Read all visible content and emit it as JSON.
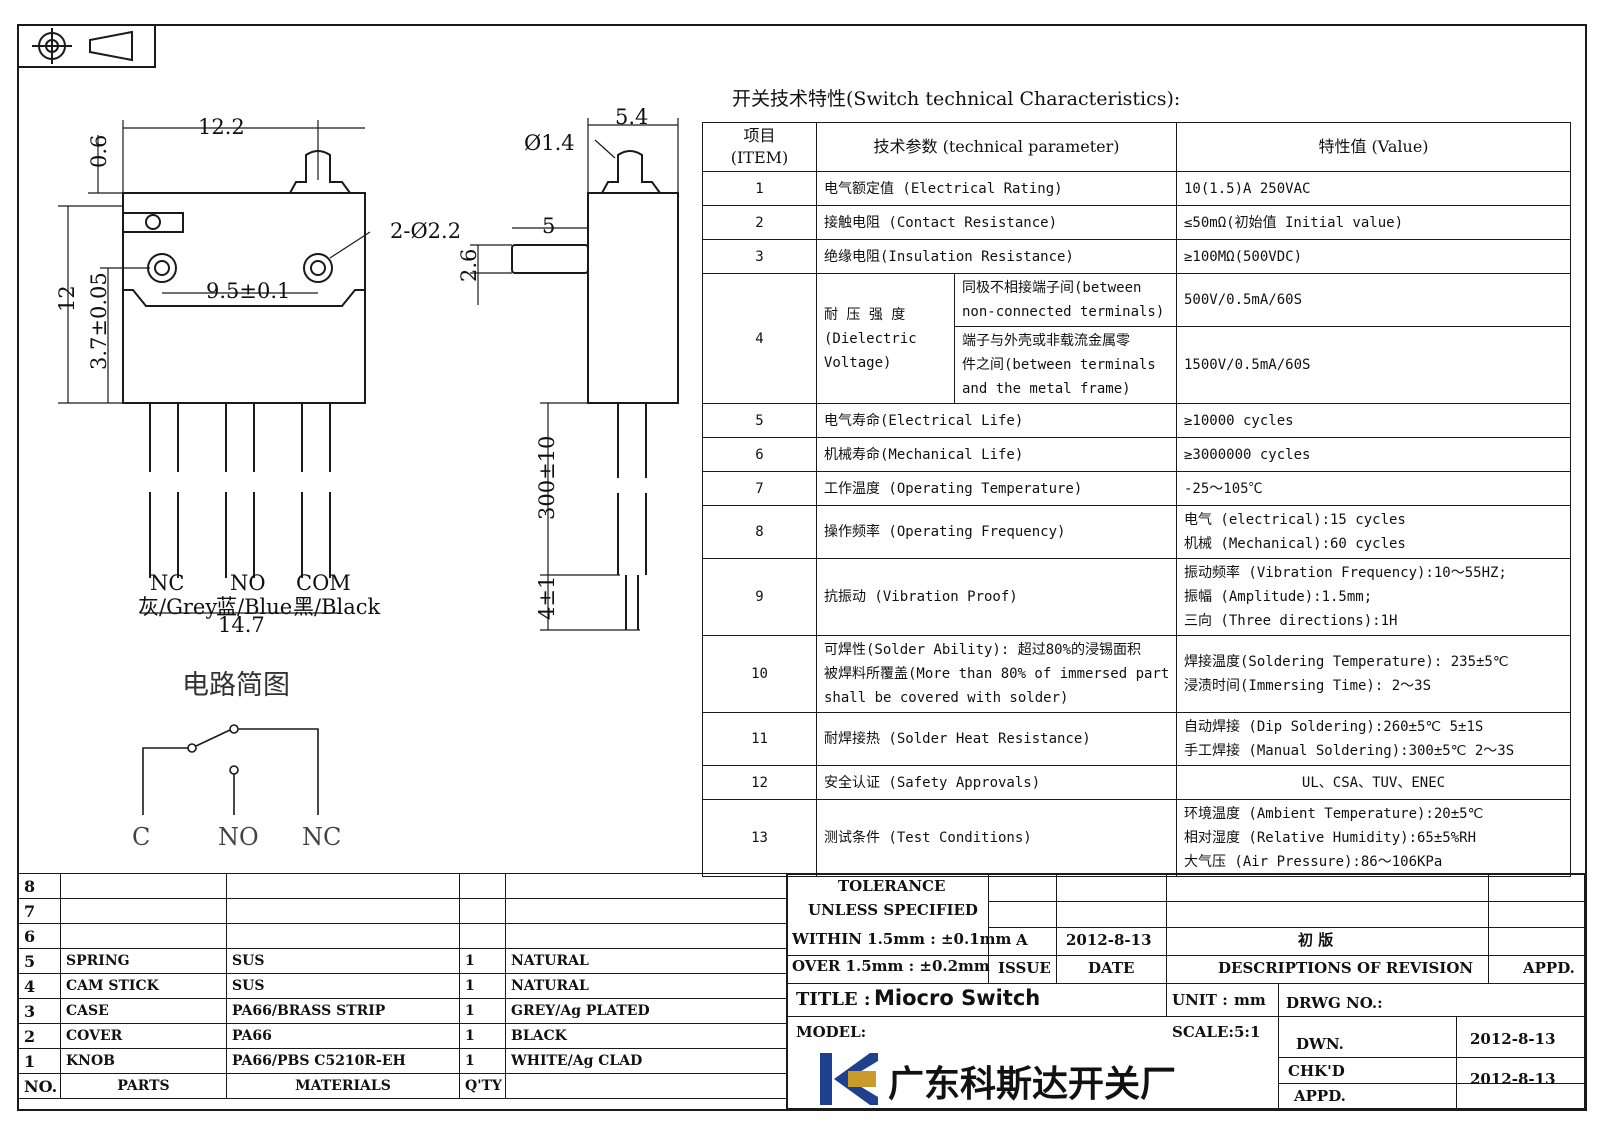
{
  "drawing": {
    "dims": {
      "front_width": "12.2",
      "top_offset": "0.6",
      "hole_callout": "2-Ø2.2",
      "hole_pitch": "9.5±0.1",
      "height": "12",
      "hole_height": "3.7±0.05",
      "total_width": "14.7",
      "side_width": "5.4",
      "actuator_dia": "Ø1.4",
      "lever_len": "5",
      "lever_h": "2.6",
      "lead_len": "300±10",
      "strip_len": "4±1"
    },
    "wires": [
      {
        "terminal": "NC",
        "color": "灰/Grey"
      },
      {
        "terminal": "NO",
        "color": "蓝/Blue"
      },
      {
        "terminal": "COM",
        "color": "黑/Black"
      }
    ],
    "circuit_title": "电路简图",
    "circuit_labels": [
      "C",
      "NO",
      "NC"
    ]
  },
  "spec": {
    "title": "开关技术特性(Switch technical Characteristics):",
    "headers": {
      "item": [
        "项目",
        "(ITEM)"
      ],
      "param": "技术参数 (technical parameter)",
      "value": "特性值 (Value)"
    },
    "rows": [
      {
        "no": "1",
        "param": "电气额定值 (Electrical Rating)",
        "value": [
          "10(1.5)A 250VAC"
        ]
      },
      {
        "no": "2",
        "param": "接触电阻 (Contact  Resistance)",
        "value": [
          "≤50mΩ(初始值 Initial value)"
        ]
      },
      {
        "no": "3",
        "param": "绝缘电阻(Insulation Resistance)",
        "value": [
          "≥100MΩ(500VDC)"
        ]
      }
    ],
    "row4": {
      "no": "4",
      "param": [
        "耐 压 强 度",
        "(Dielectric",
        "Voltage)"
      ],
      "sub": [
        {
          "cond": [
            "同极不相接端子间(between",
            "non-connected terminals)"
          ],
          "value": "500V/0.5mA/60S"
        },
        {
          "cond": [
            "端子与外壳或非载流金属零",
            "件之间(between terminals",
            "and the metal frame)"
          ],
          "value": "1500V/0.5mA/60S"
        }
      ]
    },
    "rows2": [
      {
        "no": "5",
        "param": [
          "电气寿命(Electrical Life)"
        ],
        "value": [
          "≥10000 cycles"
        ]
      },
      {
        "no": "6",
        "param": [
          "机械寿命(Mechanical Life)"
        ],
        "value": [
          "≥3000000 cycles"
        ]
      },
      {
        "no": "7",
        "param": [
          "工作温度 (Operating Temperature)"
        ],
        "value": [
          "-25～105℃"
        ]
      },
      {
        "no": "8",
        "param": [
          "操作频率 (Operating Frequency)"
        ],
        "value": [
          "电气 (electrical):15 cycles",
          "机械 (Mechanical):60 cycles"
        ]
      },
      {
        "no": "9",
        "param": [
          "抗振动 (Vibration Proof)"
        ],
        "value": [
          "振动频率 (Vibration Frequency):10～55HZ;",
          "振幅 (Amplitude):1.5mm;",
          "三向 (Three directions):1H"
        ]
      },
      {
        "no": "10",
        "param": [
          "可焊性(Solder Ability): 超过80%的浸锡面积",
          "被焊料所覆盖(More than 80% of immersed part",
          "shall be covered with solder)"
        ],
        "value": [
          "焊接温度(Soldering Temperature): 235±5℃",
          "浸渍时间(Immersing Time): 2～3S"
        ]
      },
      {
        "no": "11",
        "param": [
          "耐焊接热 (Solder Heat Resistance)"
        ],
        "value": [
          "自动焊接 (Dip Soldering):260±5℃ 5±1S",
          "手工焊接 (Manual Soldering):300±5℃ 2～3S"
        ]
      },
      {
        "no": "12",
        "param": [
          "安全认证 (Safety Approvals)"
        ],
        "value": [
          "UL、CSA、TUV、ENEC"
        ],
        "center": true
      },
      {
        "no": "13",
        "param": [
          "测试条件 (Test Conditions)"
        ],
        "value": [
          "环境温度 (Ambient Temperature):20±5℃",
          "相对湿度 (Relative Humidity):65±5%RH",
          "大气压 (Air Pressure):86～106KPa"
        ]
      }
    ]
  },
  "bom": {
    "rows": [
      {
        "no": "8",
        "part": "",
        "material": "",
        "qty": "",
        "finish": ""
      },
      {
        "no": "7",
        "part": "",
        "material": "",
        "qty": "",
        "finish": ""
      },
      {
        "no": "6",
        "part": "",
        "material": "",
        "qty": "",
        "finish": ""
      },
      {
        "no": "5",
        "part": "SPRING",
        "material": "SUS",
        "qty": "1",
        "finish": "NATURAL"
      },
      {
        "no": "4",
        "part": "CAM STICK",
        "material": "SUS",
        "qty": "1",
        "finish": "NATURAL"
      },
      {
        "no": "3",
        "part": "CASE",
        "material": "PA66/BRASS STRIP",
        "qty": "1",
        "finish": "GREY/Ag PLATED"
      },
      {
        "no": "2",
        "part": "COVER",
        "material": "PA66",
        "qty": "1",
        "finish": "BLACK"
      },
      {
        "no": "1",
        "part": "KNOB",
        "material": "PA66/PBS C5210R-EH",
        "qty": "1",
        "finish": "WHITE/Ag CLAD"
      }
    ],
    "headers": {
      "no": "NO.",
      "part": "PARTS",
      "material": "MATERIALS",
      "qty": "Q'TY"
    }
  },
  "titleblock": {
    "tolerance": [
      "TOLERANCE",
      "UNLESS  SPECIFIED",
      "WITHIN 1.5mm : ±0.1mm",
      "OVER 1.5mm : ±0.2mm"
    ],
    "issue": "A",
    "date": "2012-8-13",
    "revision": "初 版",
    "issue_label": "ISSUE",
    "date_label": "DATE",
    "desc_label": "DESCRIPTIONS OF REVISION",
    "appd_label": "APPD.",
    "title_label": "TITLE :",
    "title": "Miocro Switch",
    "unit_label": "UNIT :",
    "unit": "mm",
    "drwg_label": "DRWG NO.:",
    "model_label": "MODEL:",
    "scale_label": "SCALE:",
    "scale": "5:1",
    "dwn_label": "DWN.",
    "dwn_date": "2012-8-13",
    "chkd_label": "CHK'D",
    "chkd_date": "2012-8-13",
    "appd2_label": "APPD.",
    "company": "广东科斯达开关厂",
    "brand_color": "#1f3f8f"
  }
}
